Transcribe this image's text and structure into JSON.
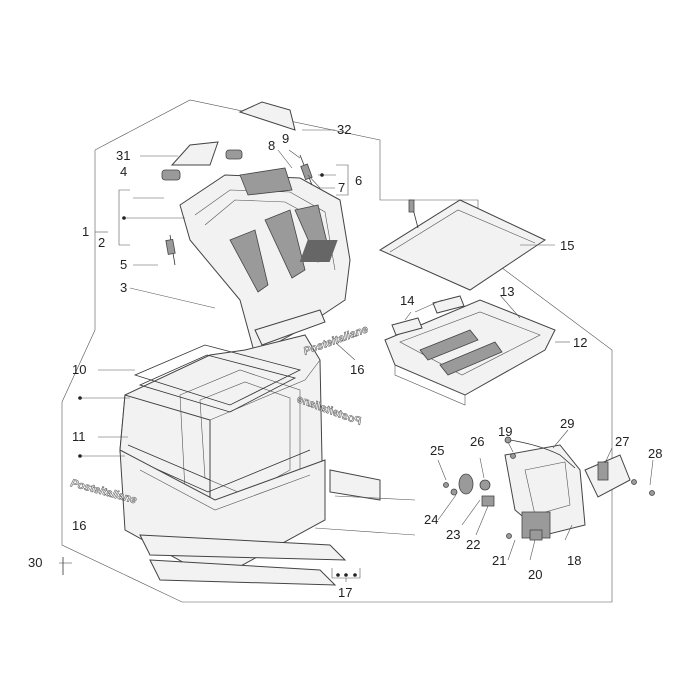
{
  "callouts": {
    "c1": "1",
    "c2": "2",
    "c3": "3",
    "c4": "4",
    "c5": "5",
    "c6": "6",
    "c7": "7",
    "c8": "8",
    "c9": "9",
    "c10": "10",
    "c11": "11",
    "c12": "12",
    "c13": "13",
    "c14": "14",
    "c15": "15",
    "c16a": "16",
    "c16b": "16",
    "c17": "17",
    "c18": "18",
    "c19": "19",
    "c20": "20",
    "c21": "21",
    "c22": "22",
    "c23": "23",
    "c24": "24",
    "c25": "25",
    "c26": "26",
    "c27": "27",
    "c28": "28",
    "c29": "29",
    "c30": "30",
    "c31": "31",
    "c32": "32"
  },
  "logos": {
    "decal_lid": "Posteitaliane",
    "decal_mirrored": "Posteitaliane",
    "decal_side": "Posteitaliane"
  }
}
